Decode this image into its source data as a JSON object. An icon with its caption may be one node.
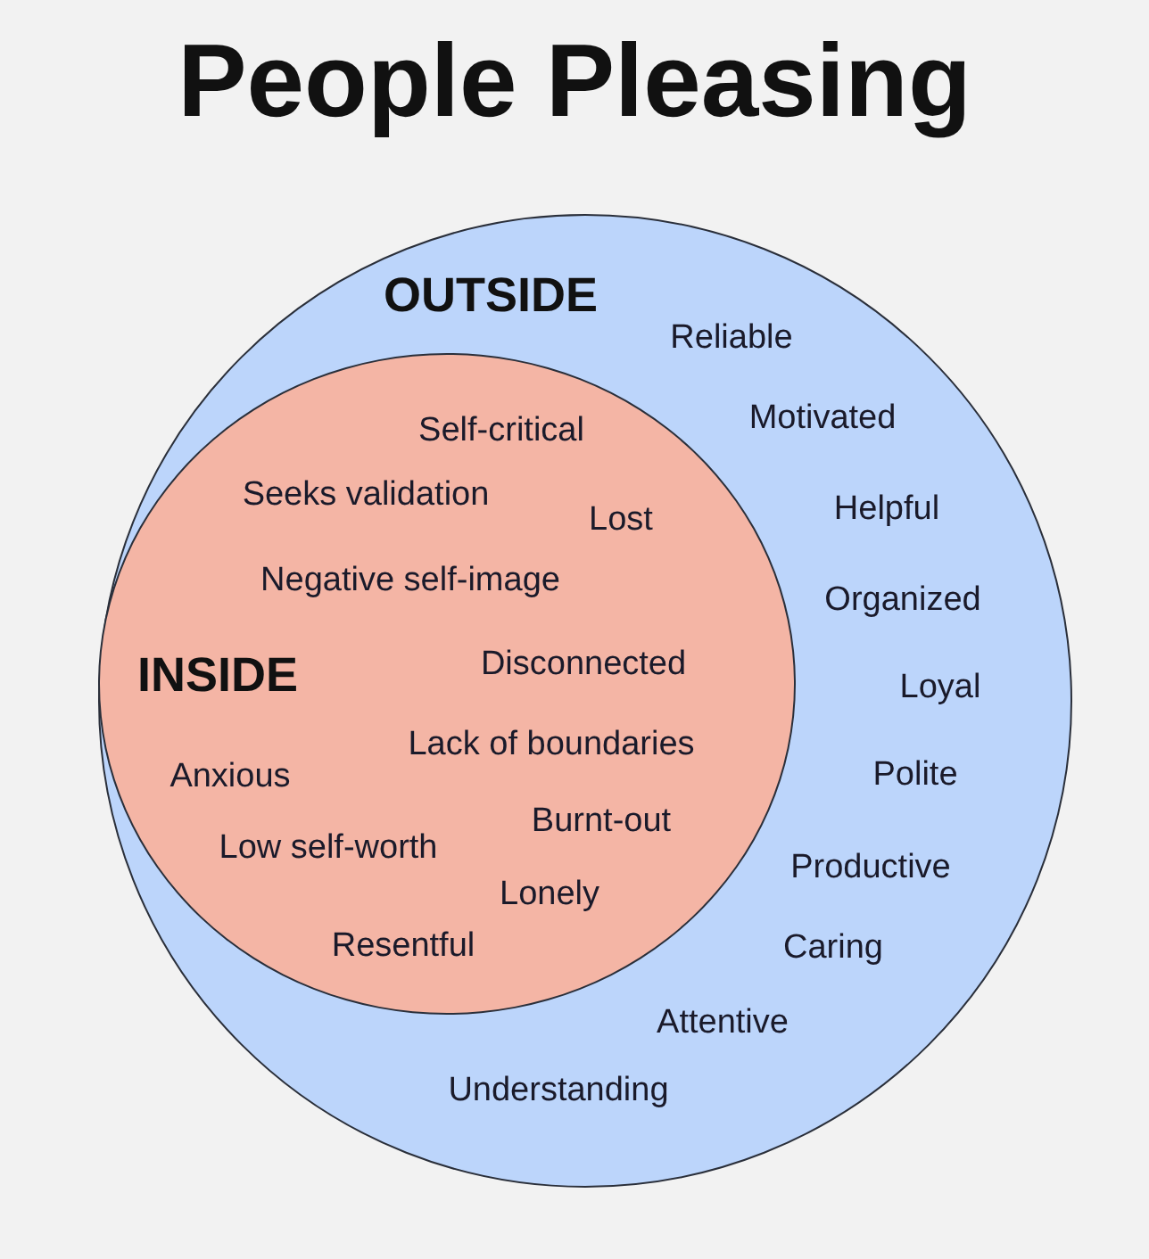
{
  "diagram": {
    "title": "People Pleasing",
    "nodes": [
      {
        "text": [
          "OUTSIDE",
          "Reliable",
          "Motivated",
          "Helpful",
          "Organized",
          "Loyal",
          "Polite",
          "Productive",
          "Caring",
          "Attentive",
          "Understanding"
        ]
      },
      {
        "text": [
          "INSIDE",
          "Self-critical",
          "Seeks validation",
          "Lost",
          "Negative self-image",
          "Disconnected",
          "Lack of boundaries",
          "Anxious",
          "Burnt-out",
          "Low self-worth",
          "Lonely",
          "Resentful"
        ],
        "in": 0
      }
    ]
  }
}
